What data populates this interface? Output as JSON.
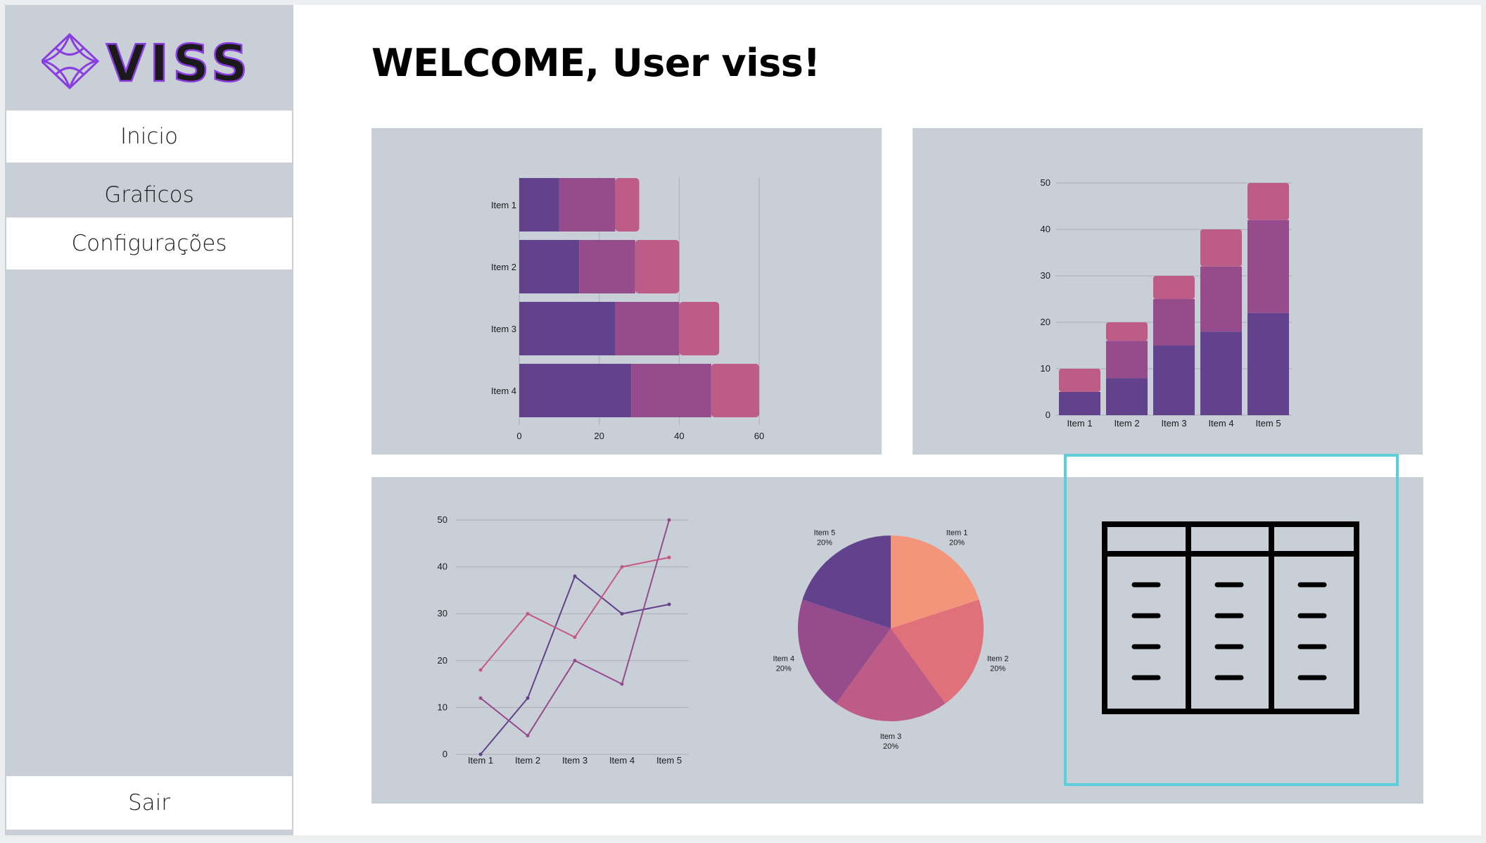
{
  "app": {
    "brand": "VISS",
    "welcome": "WELCOME, User viss!"
  },
  "colors": {
    "sidebar_bg": "#c9cfd7",
    "panel_bg": "#c9cfd7",
    "brand_purple": "#8a3ee0",
    "series_dark": "#62428c",
    "series_mid": "#954b8c",
    "series_light": "#bd5d87",
    "selection": "#5fcdda"
  },
  "sidebar": {
    "items": [
      {
        "label": "Inicio"
      },
      {
        "label": "Graficos"
      },
      {
        "label": "Configurações"
      }
    ],
    "logout": "Sair"
  },
  "table_icon": "table-icon",
  "chart_data": [
    {
      "type": "bar",
      "orientation": "horizontal",
      "stacked": true,
      "categories": [
        "Item 1",
        "Item 2",
        "Item 3",
        "Item 4"
      ],
      "series": [
        {
          "values": [
            10,
            15,
            24,
            28
          ]
        },
        {
          "values": [
            14,
            14,
            16,
            20
          ]
        },
        {
          "values": [
            6,
            11,
            10,
            12
          ]
        }
      ],
      "xticks": [
        "0",
        "20",
        "40",
        "60"
      ],
      "xlim": [
        0,
        60
      ],
      "grid": "vertical"
    },
    {
      "type": "bar",
      "orientation": "vertical",
      "stacked": true,
      "categories": [
        "Item 1",
        "Item 2",
        "Item 3",
        "Item 4",
        "Item 5"
      ],
      "series": [
        {
          "values": [
            5,
            8,
            15,
            18,
            22
          ]
        },
        {
          "values": [
            0,
            8,
            10,
            14,
            20
          ]
        },
        {
          "values": [
            5,
            4,
            5,
            8,
            8
          ]
        }
      ],
      "yticks": [
        "0",
        "10",
        "20",
        "30",
        "40",
        "50"
      ],
      "ylim": [
        0,
        50
      ],
      "grid": "horizontal"
    },
    {
      "type": "line",
      "categories": [
        "Item 1",
        "Item 2",
        "Item 3",
        "Item 4",
        "Item 5"
      ],
      "series": [
        {
          "values": [
            0,
            12,
            38,
            30,
            32
          ]
        },
        {
          "values": [
            12,
            4,
            20,
            15,
            50
          ]
        },
        {
          "values": [
            18,
            30,
            25,
            40,
            42
          ]
        }
      ],
      "yticks": [
        "0",
        "10",
        "20",
        "30",
        "40",
        "50"
      ],
      "ylim": [
        0,
        50
      ],
      "grid": "horizontal"
    },
    {
      "type": "pie",
      "slices": [
        {
          "label": "Item 1",
          "pct": "20%",
          "value": 20
        },
        {
          "label": "Item 2",
          "pct": "20%",
          "value": 20
        },
        {
          "label": "Item 3",
          "pct": "20%",
          "value": 20
        },
        {
          "label": "Item 4",
          "pct": "20%",
          "value": 20
        },
        {
          "label": "Item 5",
          "pct": "20%",
          "value": 20
        }
      ],
      "slice_colors": [
        "#f2957a",
        "#e0707a",
        "#bd5d87",
        "#954b8c",
        "#62428c"
      ]
    }
  ]
}
